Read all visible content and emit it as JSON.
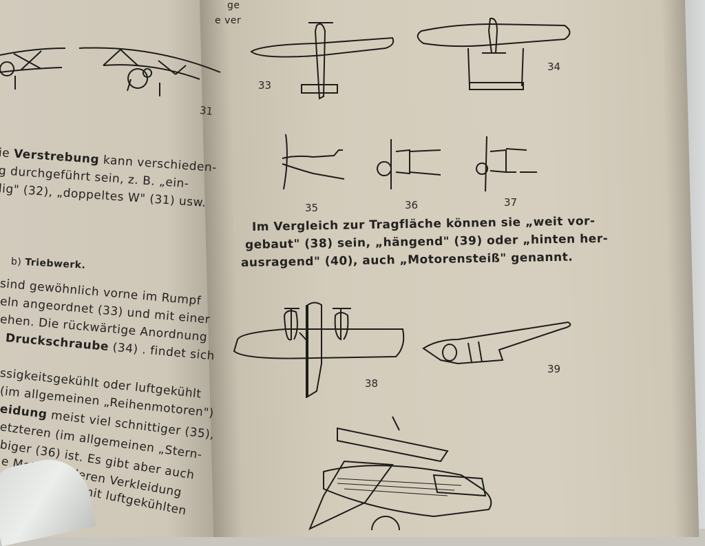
{
  "left_page": {
    "top_corner": [
      "ge",
      "e ver"
    ],
    "fig_label": "31",
    "para1": [
      {
        "bold": "Verstrebung",
        "pre": "ie ",
        "post": " kann verschieden-"
      },
      {
        "pre": "g durchgeführt sein, z. B. „ein-"
      },
      {
        "pre": "lig\" (32), „doppeltes W\" (31) usw."
      }
    ],
    "heading": {
      "pre": "b) ",
      "bold": "Triebwerk."
    },
    "para2": [
      {
        "pre": "sind gewöhnlich vorne im Rumpf"
      },
      {
        "pre": "eln angeordnet (33) und mit einer"
      },
      {
        "pre": "ehen. Die rückwärtige Anordnung"
      },
      {
        "bold": "Druckschraube",
        "post": " (34) . findet sich"
      },
      {
        "pre": "ssigkeitsgekühlt oder luftgekühlt"
      },
      {
        "pre": "(im allgemeinen „Reihenmotoren\")"
      },
      {
        "bold": "eidung",
        "post": " meist viel schnittiger (35),"
      },
      {
        "pre": "etzteren (im allgemeinen „Stern-"
      },
      {
        "pre": "biger (36) ist. Es gibt aber auch"
      },
      {
        "pre": "e Motoren, deren Verkleidung"
      },
      {
        "pre": "wechslung mit luftgekühlten"
      }
    ]
  },
  "right_page": {
    "fig_labels": [
      "33",
      "34",
      "35",
      "36",
      "37",
      "38",
      "39"
    ],
    "paragraph": [
      "Im Vergleich zur Tragfläche können sie „weit vor-",
      "gebaut\" (38) sein, „hängend\" (39) oder „hinten her-",
      "ausragend\" (40), auch „Motorensteiß\" genannt."
    ]
  },
  "colors": {
    "paper": "#d4ccbb",
    "ink": "#242220"
  }
}
